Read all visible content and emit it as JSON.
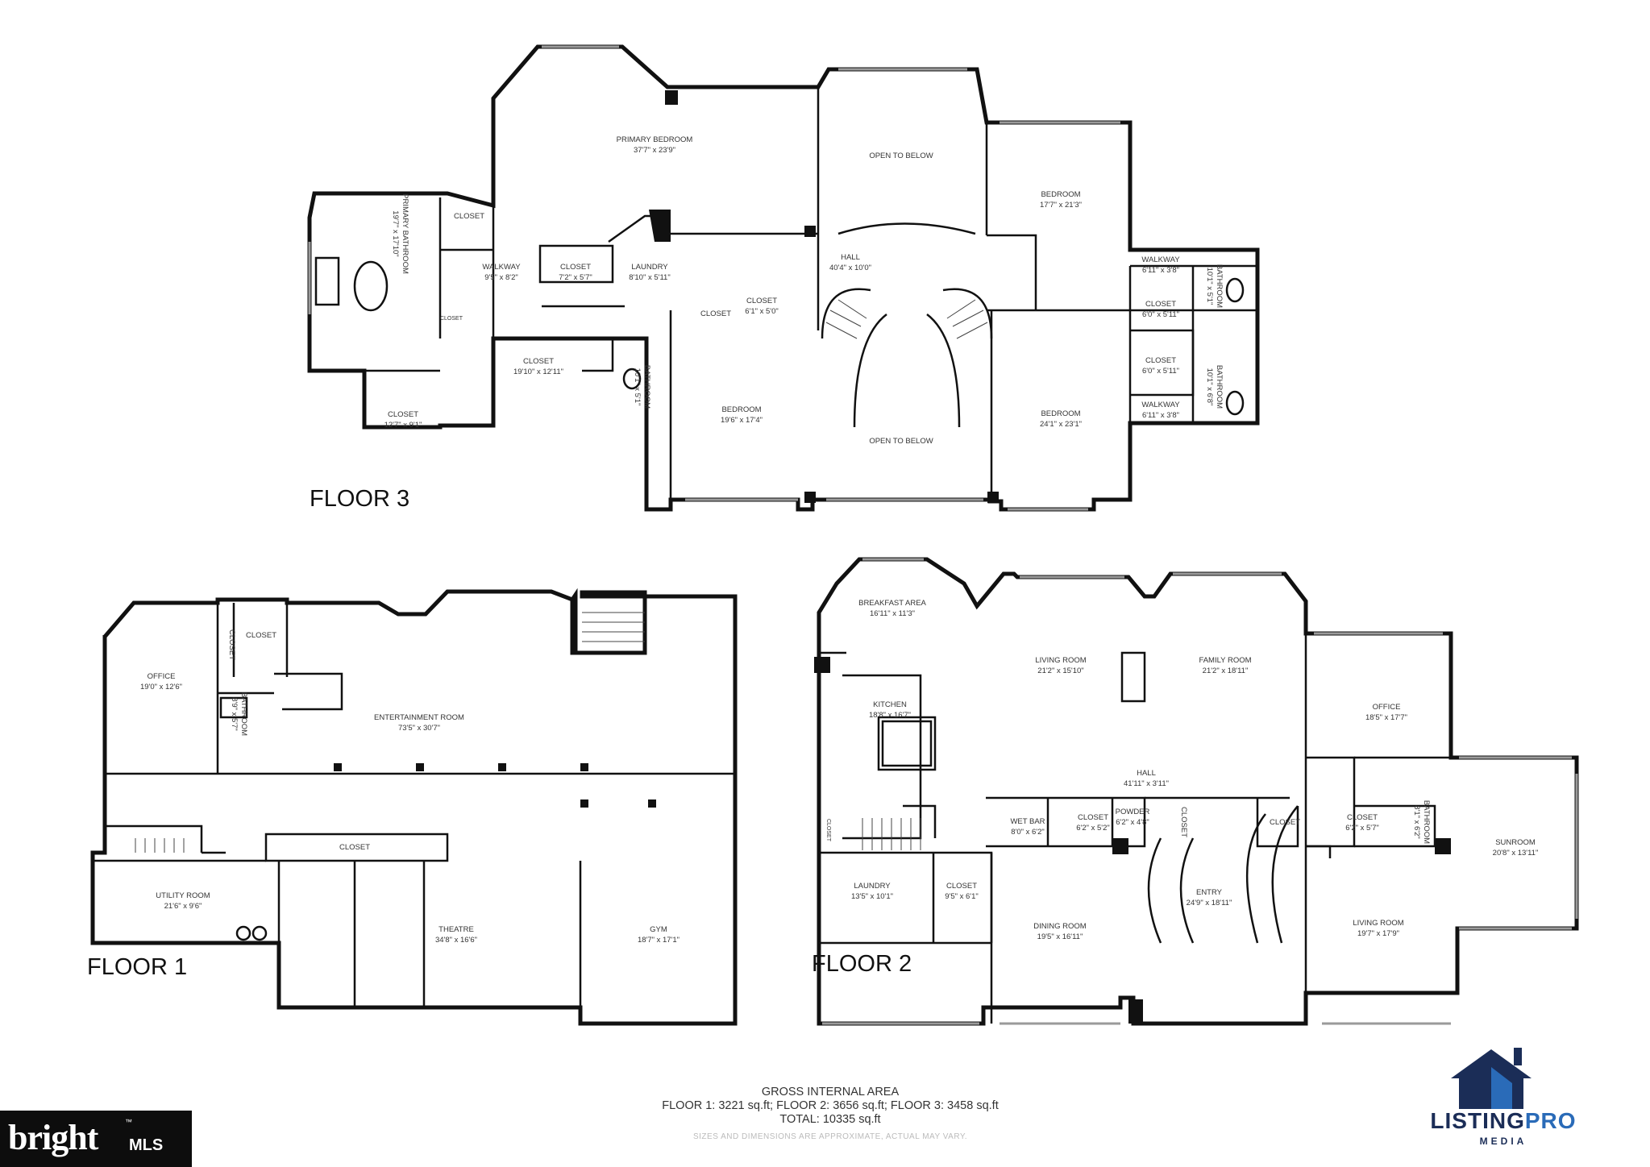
{
  "floors": {
    "floor3": {
      "label": "FLOOR 3",
      "rooms": {
        "primary_bedroom": {
          "name": "PRIMARY BEDROOM",
          "dim": "37'7\" x 23'9\""
        },
        "open_to_below_top": {
          "name": "OPEN TO BELOW"
        },
        "bedroom_ne": {
          "name": "BEDROOM",
          "dim": "17'7\" x 21'3\""
        },
        "closet_a": {
          "name": "CLOSET"
        },
        "primary_bathroom": {
          "name": "PRIMARY BATHROOM",
          "dim": "19'7\" x 17'10\""
        },
        "walkway_w": {
          "name": "WALKWAY",
          "dim": "9'5\" x 8'2\""
        },
        "closet_b": {
          "name": "CLOSET",
          "dim": "7'2\" x 5'7\""
        },
        "laundry": {
          "name": "LAUNDRY",
          "dim": "8'10\" x 5'11\""
        },
        "hall": {
          "name": "HALL",
          "dim": "40'4\" x 10'0\""
        },
        "walkway_ne": {
          "name": "WALKWAY",
          "dim": "6'11\" x 3'8\""
        },
        "bathroom_ne": {
          "name": "BATHROOM",
          "dim": "10'1\" x 5'1\""
        },
        "closet_small": {
          "name": "CLOSET"
        },
        "closet_c": {
          "name": "CLOSET"
        },
        "closet_d": {
          "name": "CLOSET",
          "dim": "6'1\" x 5'0\""
        },
        "closet_e": {
          "name": "CLOSET",
          "dim": "6'0\" x 5'11\""
        },
        "closet_f": {
          "name": "CLOSET",
          "dim": "19'10\" x 12'11\""
        },
        "bathroom_mid": {
          "name": "BATHROOM",
          "dim": "10'1\" x 5'1\""
        },
        "closet_g": {
          "name": "CLOSET",
          "dim": "6'0\" x 5'11\""
        },
        "bathroom_se": {
          "name": "BATHROOM",
          "dim": "10'1\" x 6'8\""
        },
        "closet_h": {
          "name": "CLOSET",
          "dim": "12'7\" x 9'1\""
        },
        "bedroom_mid": {
          "name": "BEDROOM",
          "dim": "19'6\" x 17'4\""
        },
        "bedroom_se": {
          "name": "BEDROOM",
          "dim": "24'1\" x 23'1\""
        },
        "walkway_se": {
          "name": "WALKWAY",
          "dim": "6'11\" x 3'8\""
        },
        "open_to_below_bottom": {
          "name": "OPEN TO BELOW"
        }
      }
    },
    "floor1": {
      "label": "FLOOR 1",
      "rooms": {
        "office": {
          "name": "OFFICE",
          "dim": "19'0\" x 12'6\""
        },
        "closet_a": {
          "name": "CLOSET"
        },
        "closet_b": {
          "name": "CLOSET"
        },
        "bathroom": {
          "name": "BATHROOM",
          "dim": "8'9\" x 5'7\""
        },
        "entertainment": {
          "name": "ENTERTAINMENT ROOM",
          "dim": "73'5\" x 30'7\""
        },
        "closet_c": {
          "name": "CLOSET"
        },
        "utility": {
          "name": "UTILITY ROOM",
          "dim": "21'6\" x 9'6\""
        },
        "theatre": {
          "name": "THEATRE",
          "dim": "34'8\" x 16'6\""
        },
        "gym": {
          "name": "GYM",
          "dim": "18'7\" x 17'1\""
        }
      }
    },
    "floor2": {
      "label": "FLOOR 2",
      "rooms": {
        "breakfast": {
          "name": "BREAKFAST AREA",
          "dim": "16'11\" x 11'3\""
        },
        "living1": {
          "name": "LIVING ROOM",
          "dim": "21'2\" x 15'10\""
        },
        "family": {
          "name": "FAMILY ROOM",
          "dim": "21'2\" x 18'11\""
        },
        "office": {
          "name": "OFFICE",
          "dim": "18'5\" x 17'7\""
        },
        "kitchen": {
          "name": "KITCHEN",
          "dim": "18'8\" x 16'7\""
        },
        "hall": {
          "name": "HALL",
          "dim": "41'11\" x 3'11\""
        },
        "wetbar": {
          "name": "WET BAR",
          "dim": "8'0\" x 6'2\""
        },
        "closet_a": {
          "name": "CLOSET",
          "dim": "6'2\" x 5'2\""
        },
        "powder": {
          "name": "POWDER",
          "dim": "6'2\" x 4'8\""
        },
        "closet_b": {
          "name": "CLOSET"
        },
        "closet_c": {
          "name": "CLOSET"
        },
        "closet_d": {
          "name": "CLOSET",
          "dim": "6'2\" x 5'7\""
        },
        "bathroom": {
          "name": "BATHROOM",
          "dim": "8'1\" x 6'2\""
        },
        "sunroom": {
          "name": "SUNROOM",
          "dim": "20'8\" x 13'11\""
        },
        "closet_e": {
          "name": "CLOSET"
        },
        "laundry": {
          "name": "LAUNDRY",
          "dim": "13'5\" x 10'1\""
        },
        "closet_f": {
          "name": "CLOSET",
          "dim": "9'5\" x 6'1\""
        },
        "dining": {
          "name": "DINING ROOM",
          "dim": "19'5\" x 16'11\""
        },
        "entry": {
          "name": "ENTRY",
          "dim": "24'9\" x 18'11\""
        },
        "living2": {
          "name": "LIVING ROOM",
          "dim": "19'7\" x 17'9\""
        }
      }
    }
  },
  "footer": {
    "title": "GROSS INTERNAL AREA",
    "line1": "FLOOR 1: 3221 sq.ft; FLOOR 2: 3656 sq.ft; FLOOR 3: 3458 sq.ft",
    "line2": "TOTAL: 10335 sq.ft",
    "note": "SIZES AND DIMENSIONS ARE APPROXIMATE, ACTUAL MAY VARY."
  },
  "logos": {
    "bright": {
      "word": "bright",
      "suffix": "MLS",
      "trademark": "™"
    },
    "listingpro": {
      "word1": "LISTING",
      "word2": "PRO",
      "sub": "MEDIA",
      "color_dark": "#1b2d57",
      "color_accent": "#2a6bb8"
    }
  },
  "icons": [
    "door-swing-icon",
    "toilet-icon",
    "bathtub-icon",
    "sink-icon",
    "stairs-icon",
    "house-logo-icon"
  ]
}
